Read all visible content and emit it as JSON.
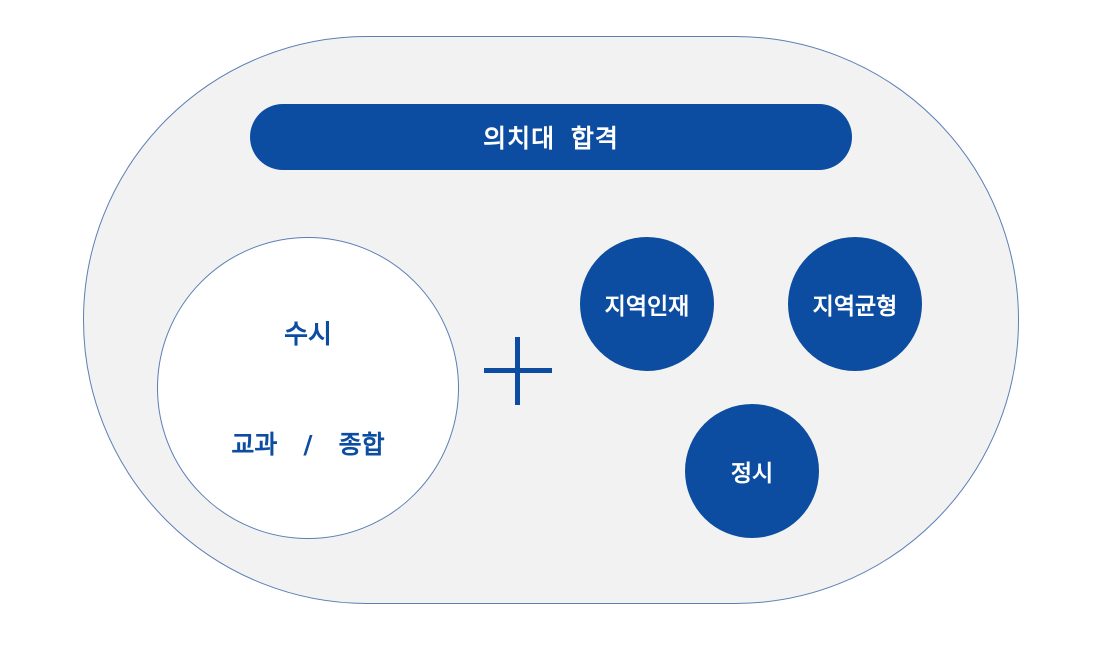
{
  "diagram": {
    "title": "의치대 합격",
    "susi": {
      "label": "수시",
      "sub_label": "교과   /   종합"
    },
    "plus_symbol": "+",
    "tracks": [
      {
        "label": "지역인재"
      },
      {
        "label": "지역균형"
      },
      {
        "label": "정시"
      }
    ]
  },
  "colors": {
    "primary": "#0c4da2",
    "background": "#f2f2f2",
    "outline": "#5b7fb5"
  }
}
